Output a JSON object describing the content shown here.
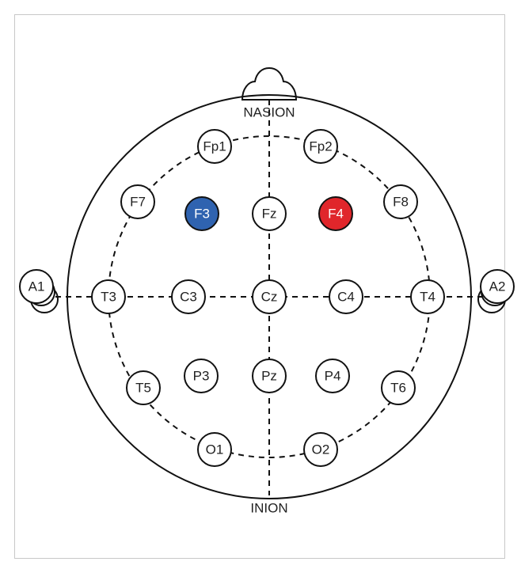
{
  "landmarks": {
    "top": "NASION",
    "bottom": "INION"
  },
  "electrodes": [
    {
      "id": "fp1",
      "label": "Fp1",
      "highlight": null
    },
    {
      "id": "fp2",
      "label": "Fp2",
      "highlight": null
    },
    {
      "id": "f7",
      "label": "F7",
      "highlight": null
    },
    {
      "id": "f3",
      "label": "F3",
      "highlight": "blue"
    },
    {
      "id": "fz",
      "label": "Fz",
      "highlight": null
    },
    {
      "id": "f4",
      "label": "F4",
      "highlight": "red"
    },
    {
      "id": "f8",
      "label": "F8",
      "highlight": null
    },
    {
      "id": "a1",
      "label": "A1",
      "highlight": null
    },
    {
      "id": "t3",
      "label": "T3",
      "highlight": null
    },
    {
      "id": "c3",
      "label": "C3",
      "highlight": null
    },
    {
      "id": "cz",
      "label": "Cz",
      "highlight": null
    },
    {
      "id": "c4",
      "label": "C4",
      "highlight": null
    },
    {
      "id": "t4",
      "label": "T4",
      "highlight": null
    },
    {
      "id": "a2",
      "label": "A2",
      "highlight": null
    },
    {
      "id": "t5",
      "label": "T5",
      "highlight": null
    },
    {
      "id": "p3",
      "label": "P3",
      "highlight": null
    },
    {
      "id": "pz",
      "label": "Pz",
      "highlight": null
    },
    {
      "id": "p4",
      "label": "P4",
      "highlight": null
    },
    {
      "id": "t6",
      "label": "T6",
      "highlight": null
    },
    {
      "id": "o1",
      "label": "O1",
      "highlight": null
    },
    {
      "id": "o2",
      "label": "O2",
      "highlight": null
    }
  ],
  "colors": {
    "blue": "#2f63b0",
    "red": "#e0262b",
    "default_fill": "#ffffff",
    "stroke": "#111111"
  }
}
